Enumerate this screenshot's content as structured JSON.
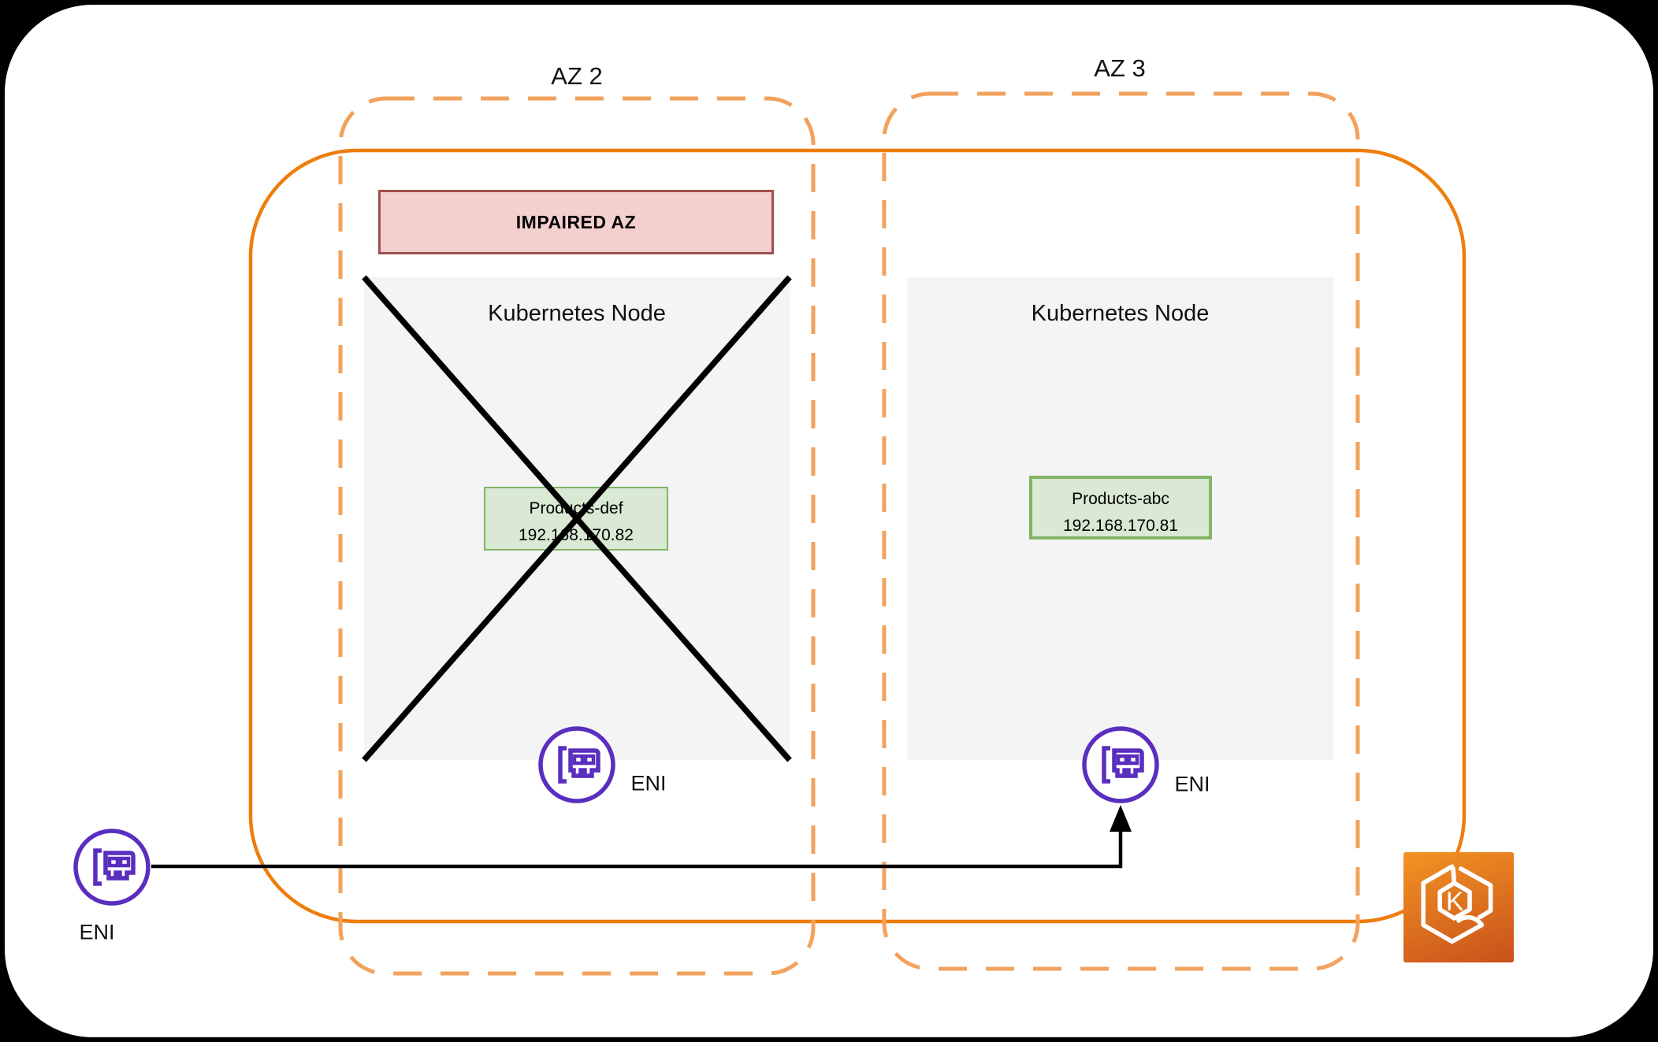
{
  "colors": {
    "background": "#000000",
    "canvas": "#ffffff",
    "cluster-border": "#EE7D0B",
    "az-border": "#F2A25D",
    "node-fill": "#F4F4F4",
    "pod-fill": "#D9E9D3",
    "pod-border": "#82B366",
    "banner-fill": "#F3CFCE",
    "banner-border": "#A04F4D",
    "eni-purple": "#5A2EBE",
    "connector": "#000000",
    "eks-gradient-start": "#F39323",
    "eks-gradient-end": "#C8511B"
  },
  "zones": [
    {
      "label": "AZ 2",
      "impaired": true
    },
    {
      "label": "AZ 3",
      "impaired": false
    }
  ],
  "banner": {
    "label": "IMPAIRED AZ"
  },
  "nodes": [
    {
      "title": "Kubernetes Node",
      "pod": {
        "name": "Products-def",
        "ip": "192.168.170.82"
      },
      "eni_label": "ENI",
      "crossed_out": true
    },
    {
      "title": "Kubernetes Node",
      "pod": {
        "name": "Products-abc",
        "ip": "192.168.170.81"
      },
      "eni_label": "ENI",
      "crossed_out": false
    }
  ],
  "external_eni": {
    "label": "ENI"
  },
  "eks": {
    "letter": "K"
  }
}
